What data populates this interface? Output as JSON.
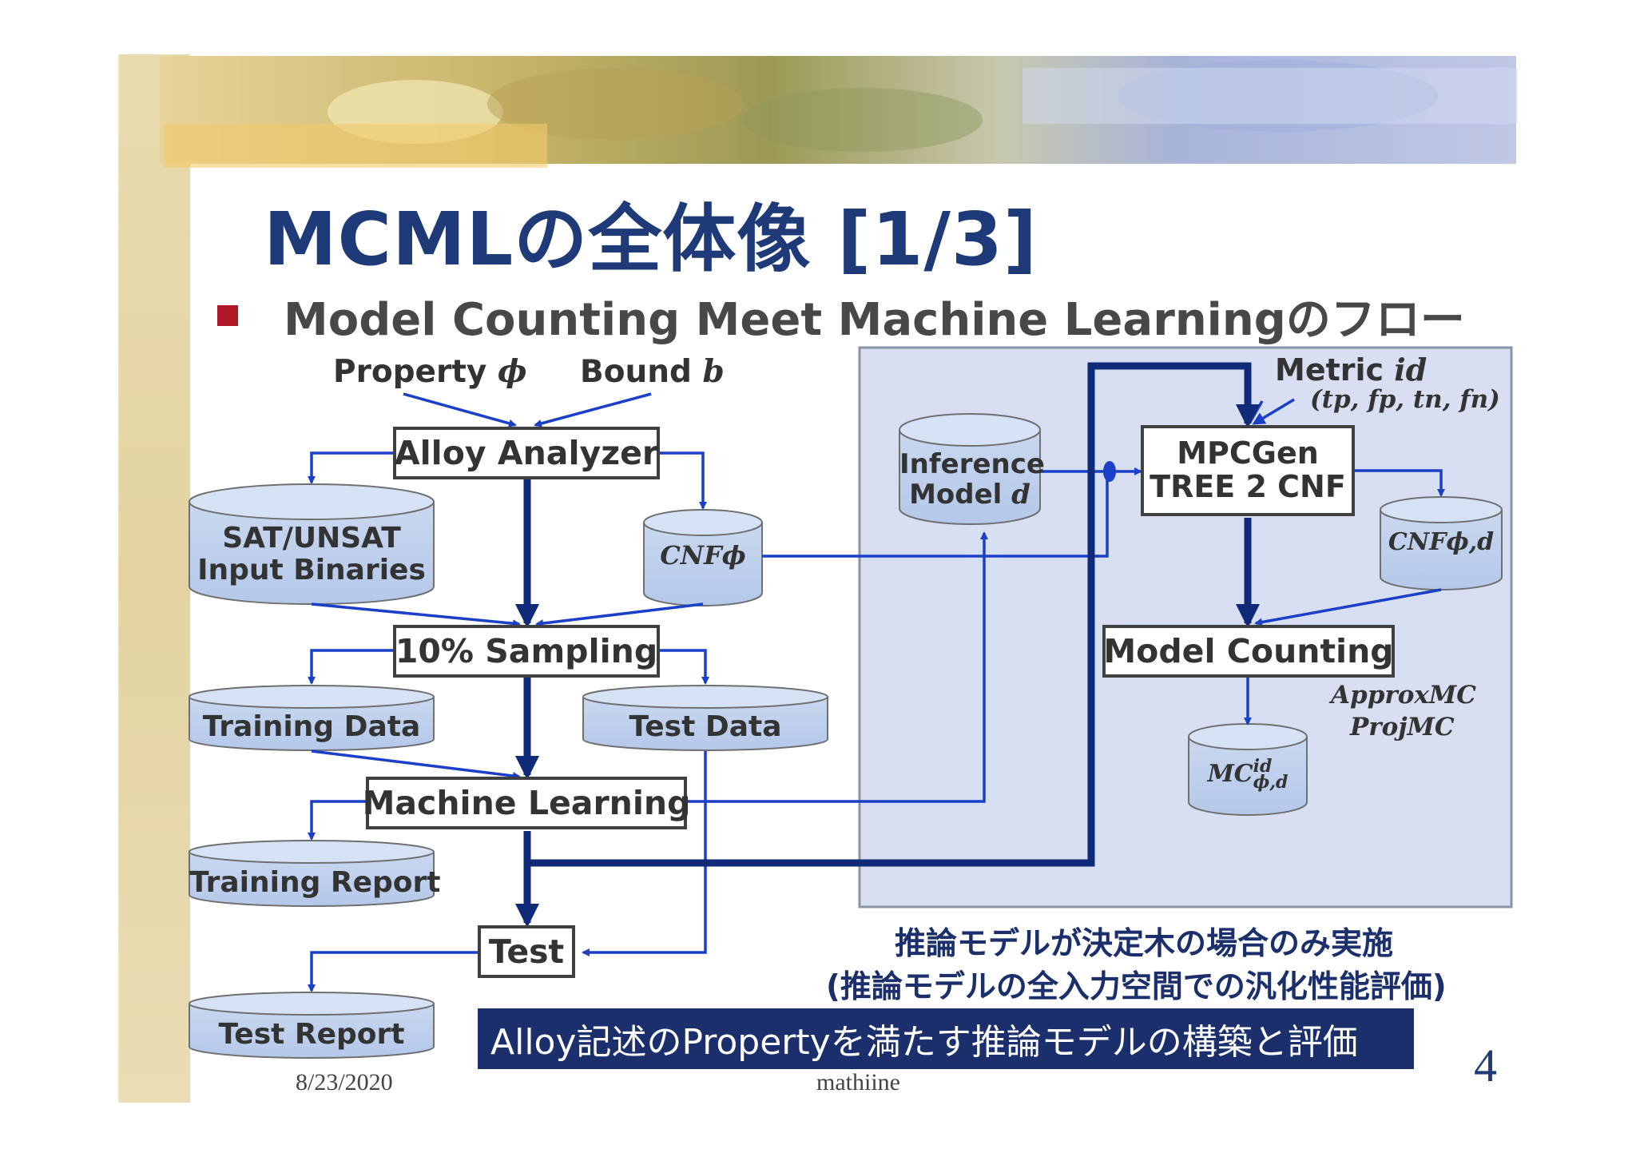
{
  "slide": {
    "title": "MCMLの全体像 [1/3]",
    "subtitle": "Model Counting Meet Machine Learningのフロー",
    "inputs": {
      "property": "Property",
      "property_symbol": "ϕ",
      "bound": "Bound",
      "bound_symbol": "b"
    },
    "left_flow": {
      "alloy_analyzer": "Alloy Analyzer",
      "sat_unsat_line1": "SAT/UNSAT",
      "sat_unsat_line2": "Input Binaries",
      "cnf_phi": "CNFϕ",
      "sampling": "10% Sampling",
      "training_data": "Training Data",
      "test_data": "Test Data",
      "machine_learning": "Machine Learning",
      "training_report": "Training Report",
      "test": "Test",
      "test_report": "Test Report"
    },
    "right_panel": {
      "metric_label": "Metric",
      "metric_symbol": "id",
      "metric_params": "(tp, fp, tn, fn)",
      "inference_line1": "Inference",
      "inference_line2": "Model",
      "inference_symbol": "d",
      "mpcgen_line1": "MPCGen",
      "mpcgen_line2": "TREE 2 CNF",
      "cnf_phi_d": "CNFϕ,d",
      "model_counting": "Model Counting",
      "approx_mc": "ApproxMC",
      "proj_mc": "ProjMC",
      "mc_result": "MC",
      "mc_sup": "id",
      "mc_sub": "ϕ,d"
    },
    "note_line1": "推論モデルが決定木の場合のみ実施",
    "note_line2": "(推論モデルの全入力空間での汎化性能評価)",
    "banner": "Alloy記述のPropertyを満たす推論モデルの構築と評価",
    "footer_date": "8/23/2020",
    "footer_author": "mathiine",
    "page_number": "4"
  }
}
